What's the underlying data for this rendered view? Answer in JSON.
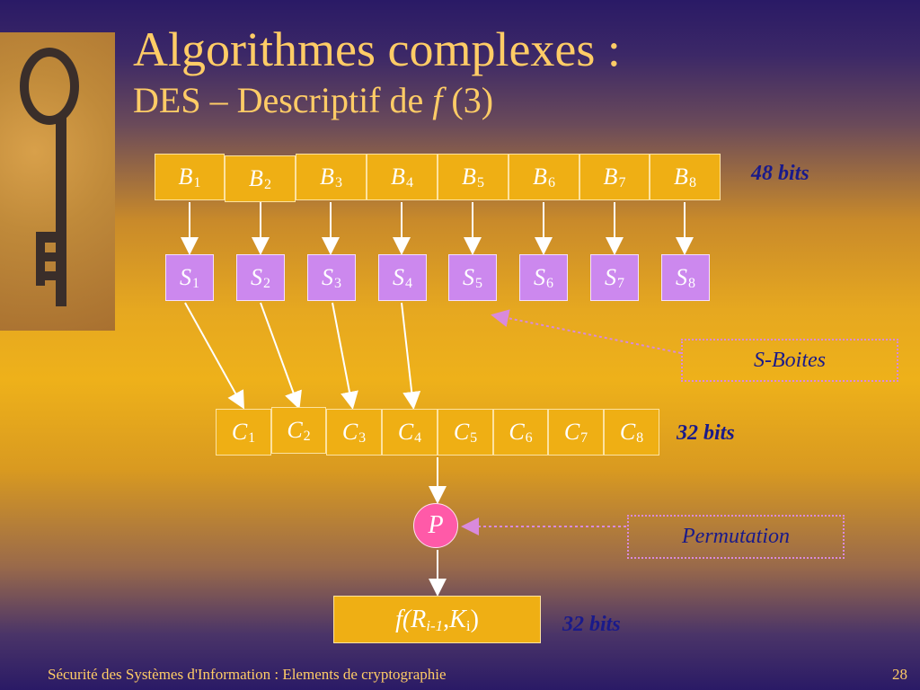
{
  "slide": {
    "title": "Algorithmes complexes :",
    "subtitle_pre": "DES – Descriptif de ",
    "subtitle_f": "f",
    "subtitle_post": " (3)",
    "footer": "Sécurité des Systèmes d'Information : Elements de cryptographie",
    "page_number": "28"
  },
  "diagram": {
    "b_blocks": [
      {
        "letter": "B",
        "index": "1"
      },
      {
        "letter": "B",
        "index": "2"
      },
      {
        "letter": "B",
        "index": "3"
      },
      {
        "letter": "B",
        "index": "4"
      },
      {
        "letter": "B",
        "index": "5"
      },
      {
        "letter": "B",
        "index": "6"
      },
      {
        "letter": "B",
        "index": "7"
      },
      {
        "letter": "B",
        "index": "8"
      }
    ],
    "s_boxes": [
      {
        "letter": "S",
        "index": "1"
      },
      {
        "letter": "S",
        "index": "2"
      },
      {
        "letter": "S",
        "index": "3"
      },
      {
        "letter": "S",
        "index": "4"
      },
      {
        "letter": "S",
        "index": "5"
      },
      {
        "letter": "S",
        "index": "6"
      },
      {
        "letter": "S",
        "index": "7"
      },
      {
        "letter": "S",
        "index": "8"
      }
    ],
    "c_blocks": [
      {
        "letter": "C",
        "index": "1"
      },
      {
        "letter": "C",
        "index": "2"
      },
      {
        "letter": "C",
        "index": "3"
      },
      {
        "letter": "C",
        "index": "4"
      },
      {
        "letter": "C",
        "index": "5"
      },
      {
        "letter": "C",
        "index": "6"
      },
      {
        "letter": "C",
        "index": "7"
      },
      {
        "letter": "C",
        "index": "8"
      }
    ],
    "bits_48": "48 bits",
    "bits_32_c": "32 bits",
    "bits_32_f": "32 bits",
    "sboites_label": "S-Boites",
    "p_label": "P",
    "permutation_label": "Permutation",
    "f_out": {
      "f": "f(",
      "R": "R",
      "R_sub": "i-1",
      "comma": ", ",
      "K": "K",
      "K_sub": "i",
      "close": ")"
    }
  },
  "colors": {
    "title": "#ffcc66",
    "block_fill": "#efaf14",
    "sbox_fill": "#cc88ee",
    "p_fill": "#ff5aa8",
    "bits_text": "#1a1a8a"
  },
  "icons": {
    "key_image": "old-key-image"
  }
}
